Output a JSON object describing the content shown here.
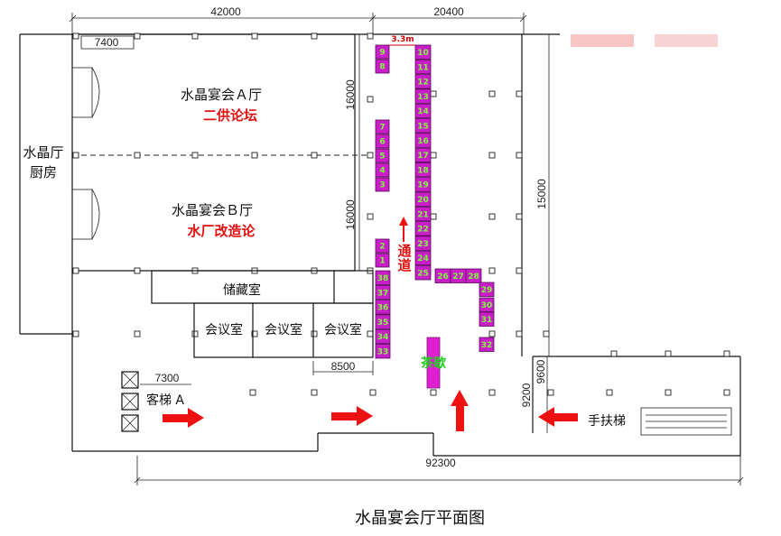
{
  "dimensions": {
    "top_left": "42000",
    "top_right": "20400",
    "small_top": "7400",
    "hall_a_height": "16000",
    "hall_b_height": "16000",
    "right_side": "15000",
    "meeting_width": "8500",
    "elevator_width": "7300",
    "bottom_total": "92300",
    "right_9200": "9200",
    "right_9600": "9600",
    "aisle_width": "3.3m"
  },
  "rooms": {
    "hall_a_name": "水晶宴会Ａ厅",
    "hall_a_event": "二供论坛",
    "hall_b_name": "水晶宴会Ｂ厅",
    "hall_b_event": "水厂改造论",
    "kitchen_line1": "水晶厅",
    "kitchen_line2": "厨房",
    "storage": "储藏室",
    "meeting_rooms": [
      "会议室",
      "会议室",
      "会议室"
    ],
    "elevator": "客梯 A",
    "escalator": "手扶梯",
    "tea_break": "茶歇",
    "aisle_char1": "通",
    "aisle_char2": "道"
  },
  "booths": {
    "left_column": [
      "9",
      "8",
      "7",
      "6",
      "5",
      "4",
      "3",
      "2",
      "1"
    ],
    "center_column": [
      "10",
      "11",
      "12",
      "13",
      "14",
      "15",
      "16",
      "17",
      "18",
      "19",
      "20",
      "21",
      "22",
      "23",
      "24",
      "25"
    ],
    "lower_column": [
      "38",
      "37",
      "36",
      "35",
      "34",
      "33"
    ],
    "row_right": [
      "26",
      "27",
      "28"
    ],
    "far_right": [
      "29",
      "30",
      "31",
      "32"
    ]
  },
  "colors": {
    "booth_fill": "#c81ec8",
    "booth_text": "#7cff3a",
    "arrow": "#ee1111",
    "event_text": "#e01010",
    "tea_bar": "#e020d0"
  },
  "caption": "水晶宴会厅平面图"
}
